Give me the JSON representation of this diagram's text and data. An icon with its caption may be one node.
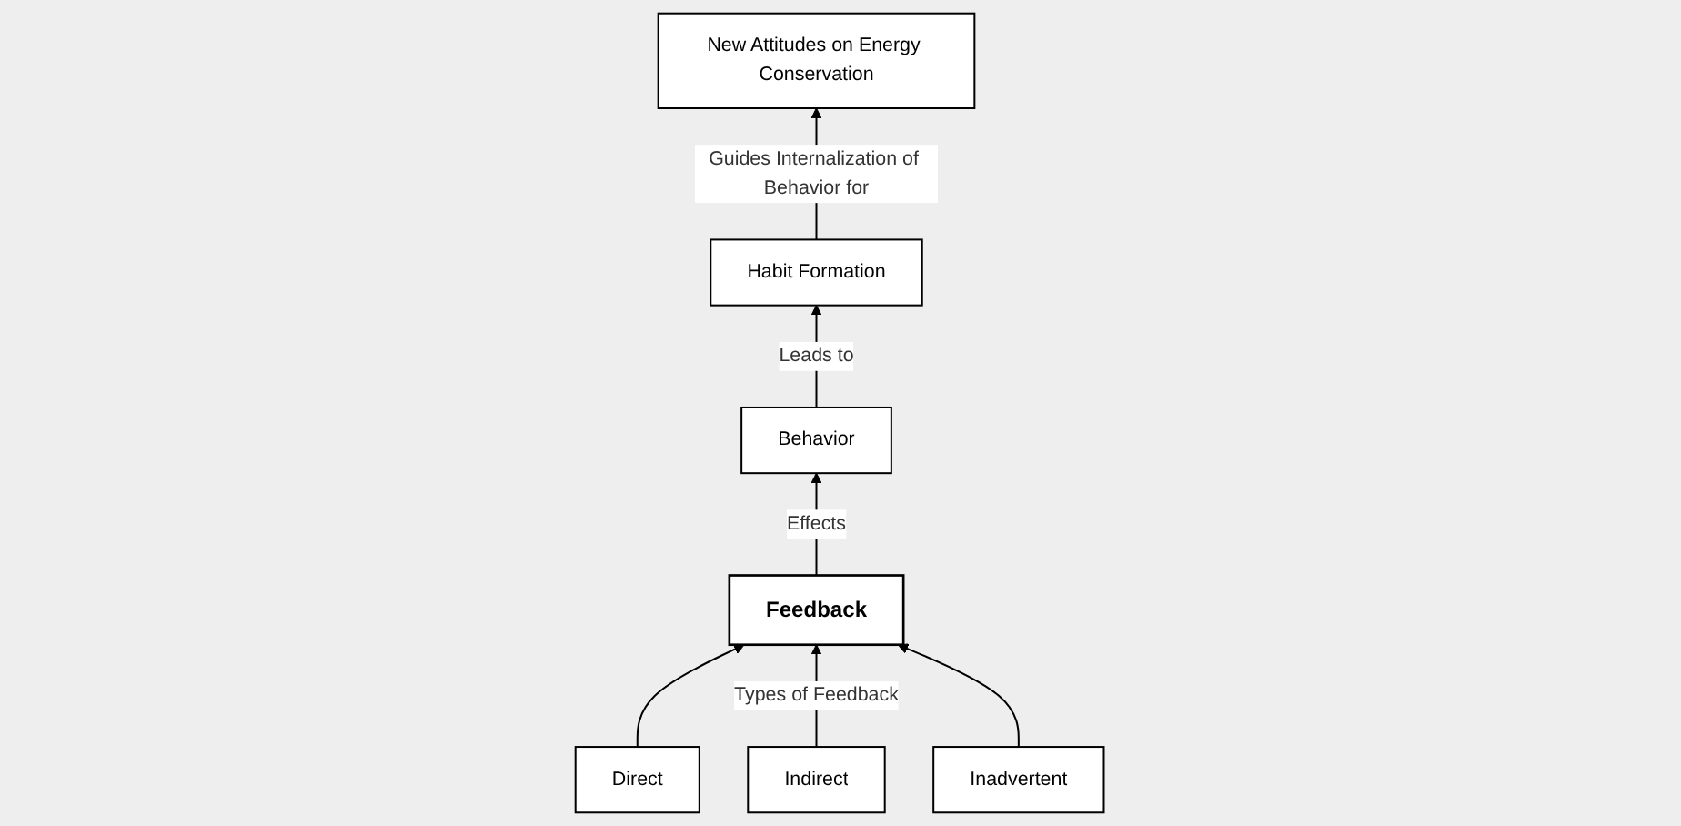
{
  "diagram": {
    "nodes": [
      {
        "text": [
          "Feedback"
        ]
      },
      {
        "text": [
          "Behavior"
        ]
      },
      {
        "text": [
          "Direct"
        ]
      },
      {
        "text": [
          "Indirect"
        ]
      },
      {
        "text": [
          "Inadvertent"
        ]
      },
      {
        "text": [
          "Habit Formation"
        ]
      },
      {
        "text": [
          "New Attitudes on Energy Conservation"
        ]
      }
    ],
    "edges": [
      {
        "from": 0,
        "to": 1,
        "arrow": "to",
        "label": "Effects"
      },
      {
        "from": 2,
        "to": 0,
        "arrow": "to"
      },
      {
        "from": 3,
        "to": 0,
        "arrow": "to",
        "label": "Types of Feedback"
      },
      {
        "from": 4,
        "to": 0,
        "arrow": "to"
      },
      {
        "from": 1,
        "to": 5,
        "arrow": "to",
        "label": "Leads to"
      },
      {
        "from": 5,
        "to": 6,
        "arrow": "to",
        "label": "Guides Internalization of Behavior for"
      }
    ]
  }
}
